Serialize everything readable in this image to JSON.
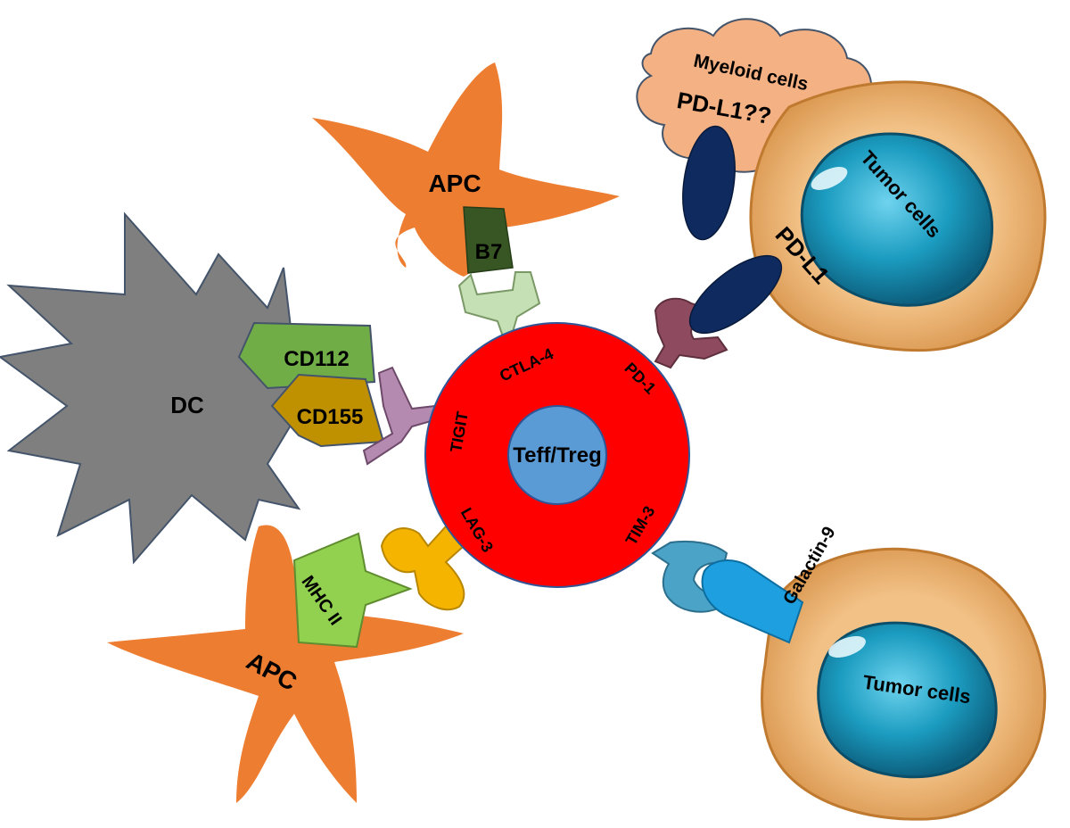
{
  "labels": {
    "apc_top": "APC",
    "apc_bottom": "APC",
    "b7": "B7",
    "dc": "DC",
    "cd112": "CD112",
    "cd155": "CD155",
    "mhc2": "MHC II",
    "myeloid": "Myeloid cells",
    "pdl1_question": "PD-L1??",
    "tumor_top": "Tumor cells",
    "pdl1": "PD-L1",
    "tumor_bottom": "Tumor cells",
    "galectin": "Galactin-9",
    "ctla4": "CTLA-4",
    "pd1": "PD-1",
    "tigit": "TIGIT",
    "lag3": "LAG-3",
    "tim3": "TIM-3",
    "center": "Teff/Treg"
  },
  "colors": {
    "apc": "#ED7D31",
    "dc": "#7F7F7F",
    "cd112": "#70AD47",
    "cd155": "#BF9000",
    "mhc2": "#92D050",
    "b7": "#375623",
    "ctla4_receptor": "#C5E0B4",
    "tigit_receptor": "#B58AB0",
    "pd1_receptor": "#8E4A5E",
    "lag3_receptor": "#F4B400",
    "tim3_receptor": "#4BA3C7",
    "t_cell_outer": "#FF0000",
    "t_cell_inner": "#5B9BD5",
    "pdl1_ligand": "#0F2A5E",
    "galectin_ligand": "#1E9FE0",
    "myeloid_cloud": "#F4B183",
    "tumor_cytoplasm": "#F2C186",
    "tumor_nucleus": "#1B9CC0"
  }
}
